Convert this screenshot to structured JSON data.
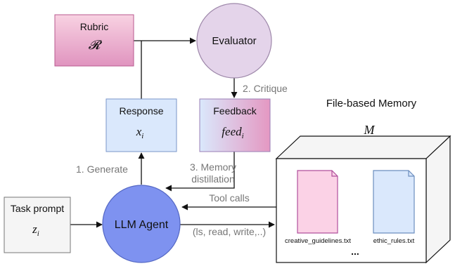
{
  "nodes": {
    "rubric": {
      "label": "Rubric",
      "symbol": "𝓡",
      "color_top": "#f8d2e2",
      "color_bottom": "#e094bf"
    },
    "evaluator": {
      "label": "Evaluator",
      "color": "#e4d4ea"
    },
    "response": {
      "label": "Response",
      "symbol": "x",
      "subscript": "i",
      "color": "#dae8fc"
    },
    "feedback": {
      "label": "Feedback",
      "symbol": "feed",
      "subscript": "i",
      "color_left": "#dae8fc",
      "color_right": "#e498c2"
    },
    "task_prompt": {
      "label": "Task prompt",
      "symbol": "z",
      "subscript": "i",
      "color": "#f5f5f5"
    },
    "agent": {
      "label": "LLM Agent",
      "color": "#7e92f0"
    },
    "memory": {
      "title": "File-based Memory",
      "symbol": "M",
      "files": [
        {
          "name": "creative_guidelines.txt",
          "color": "#fbd2e6"
        },
        {
          "name": "ethic_rules.txt",
          "color": "#dae8fc"
        }
      ],
      "ellipsis": "..."
    }
  },
  "edges": {
    "critique": "2. Critique",
    "generate": "1. Generate",
    "memory_distillation": [
      "3. Memory",
      "distillation"
    ],
    "tool_calls": [
      "Tool calls",
      "(ls, read, write,..)"
    ]
  }
}
